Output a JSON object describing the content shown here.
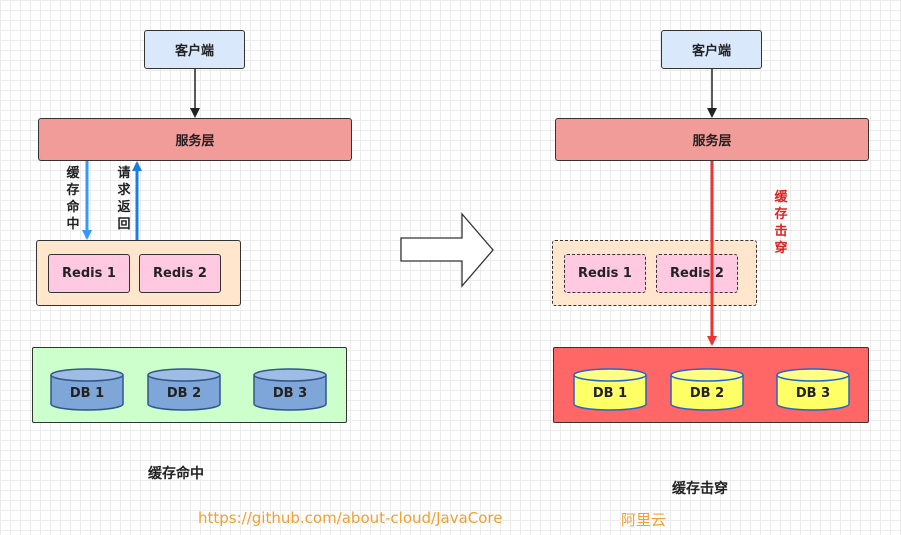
{
  "left": {
    "client": "客户端",
    "service": "服务层",
    "hit_label": "缓存命中",
    "return_label": "请求返回",
    "redis": [
      "Redis 1",
      "Redis 2"
    ],
    "db": [
      "DB 1",
      "DB 2",
      "DB 3"
    ],
    "caption": "缓存命中"
  },
  "right": {
    "client": "客户端",
    "service": "服务层",
    "penetration_label": "缓存击穿",
    "redis": [
      "Redis 1",
      "Redis 2"
    ],
    "db": [
      "DB 1",
      "DB 2",
      "DB 3"
    ],
    "caption": "缓存击穿"
  },
  "footer": {
    "url": "https://github.com/about-cloud/JavaCore",
    "brand": "阿里云"
  },
  "colors": {
    "client": "#dae8fc",
    "service": "#f19c99",
    "redis_group": "#ffe6cc",
    "redis_node": "#ffc9e1",
    "db_group_left": "#ccffcc",
    "db_group_right": "#ff6666",
    "db_left": "#7ea6d8",
    "db_right": "#ffff66",
    "hit_arrow": "#3399ff",
    "return_arrow": "#1a7de0",
    "penetration_arrow": "#ee3333",
    "footer_text": "#f0a030"
  }
}
